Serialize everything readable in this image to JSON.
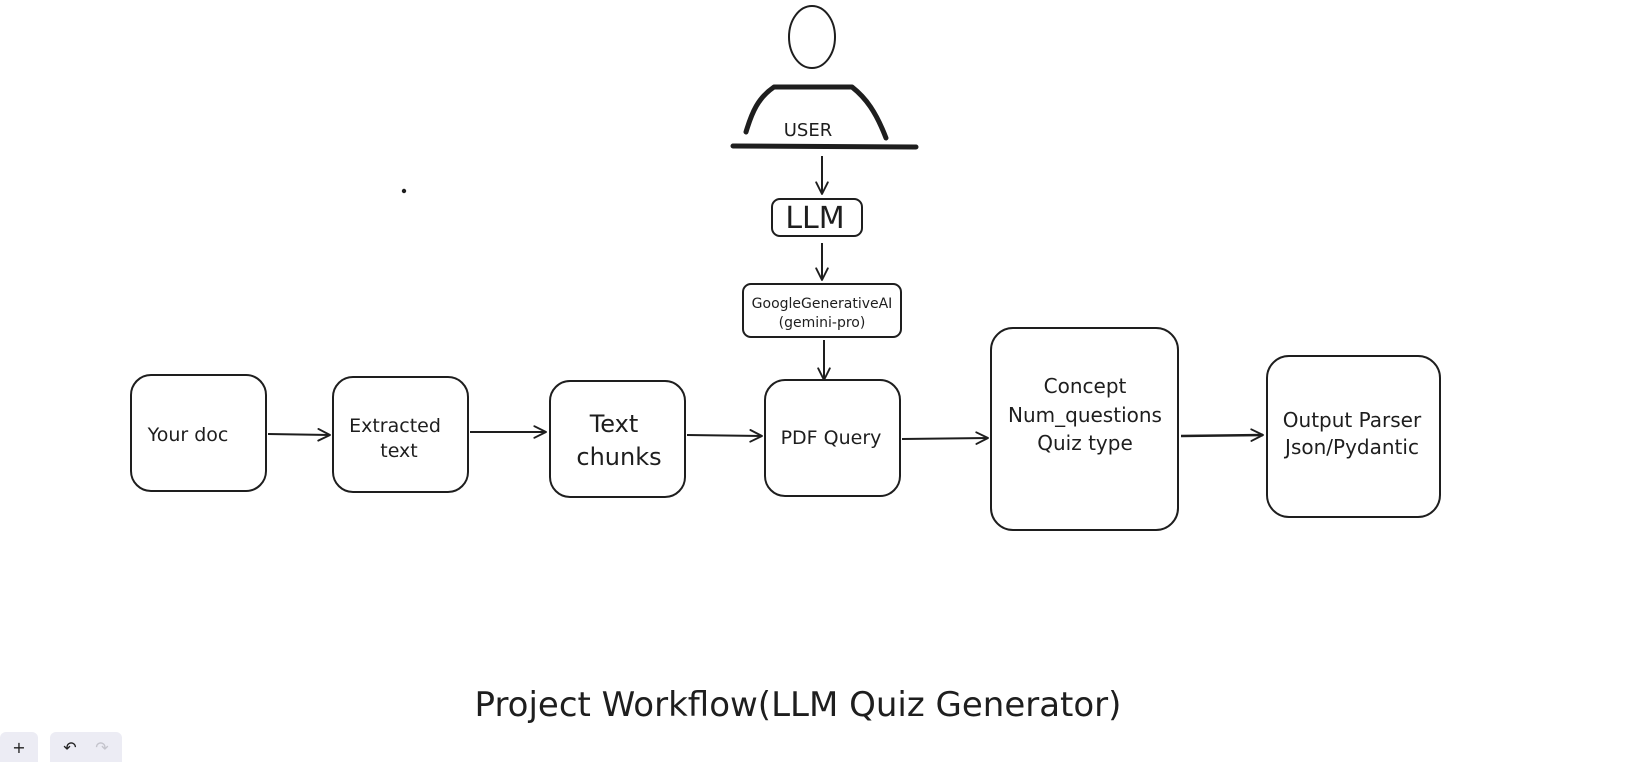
{
  "diagram": {
    "title": "Project Workflow(LLM Quiz Generator)",
    "user_label": "USER",
    "nodes": {
      "llm": "LLM",
      "google_ai_line1": "GoogleGenerativeAI",
      "google_ai_line2": "(gemini-pro)",
      "your_doc": "Your doc",
      "extracted_line1": "Extracted",
      "extracted_line2": "text",
      "chunks_line1": "Text",
      "chunks_line2": "chunks",
      "pdf_query": "PDF Query",
      "concept_line1": "Concept",
      "concept_line2": "Num_questions",
      "concept_line3": "Quiz type",
      "parser_line1": "Output Parser",
      "parser_line2": "Json/Pydantic"
    }
  },
  "toolbar": {
    "zoom_in_glyph": "+",
    "undo_glyph": "↶",
    "redo_glyph": "↷"
  },
  "colors": {
    "stroke": "#1e1e1e",
    "toolbar_bg": "#ececf4"
  },
  "icons": {
    "zoom_in": "plus-icon",
    "undo": "undo-icon",
    "redo": "redo-icon"
  }
}
